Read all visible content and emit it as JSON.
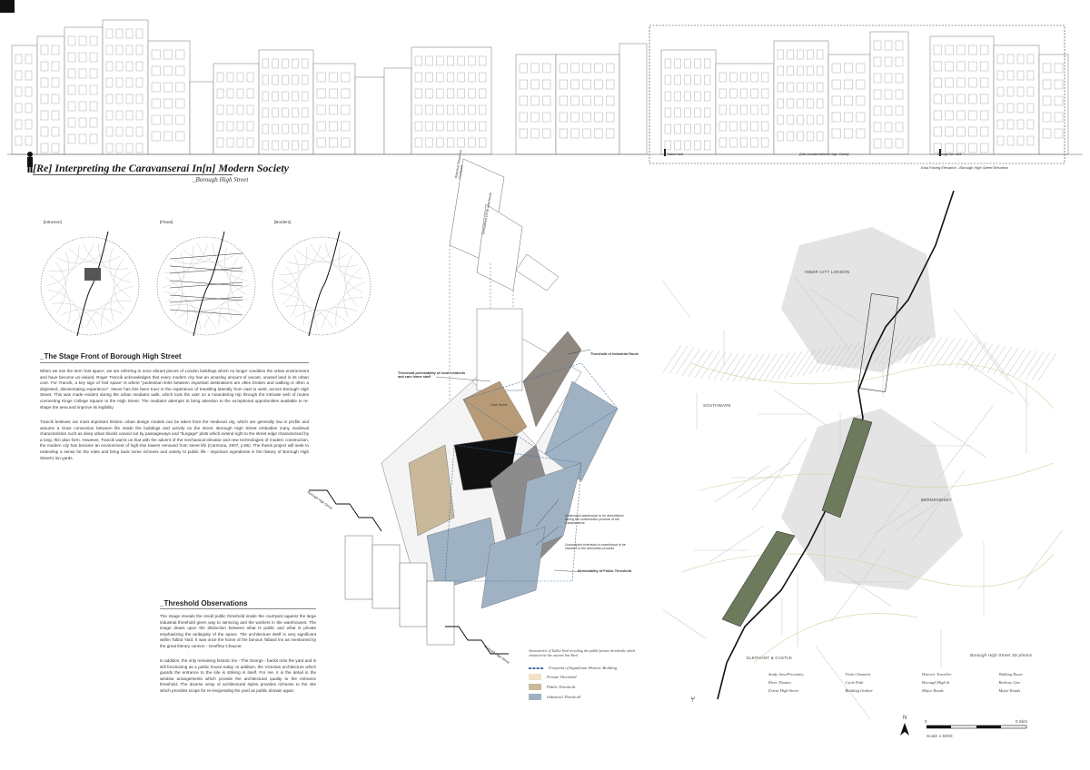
{
  "header": {
    "title": "[Re] Interpreting the Caravanserai In[n] Modern Society",
    "subtitle": "_Borough High Street",
    "elevation_caption": "East Facing Elevation - Borough High Street Elevation",
    "elev_label_left": "Talbot Yard",
    "elev_label_mid": "[Site located behind High Street]",
    "elev_label_right": "George Inn Yard"
  },
  "diagrams": {
    "labels": [
      "[Intrusion]",
      "[Flows]",
      "[Borders]"
    ]
  },
  "stage_front": {
    "heading": "_The Stage Front of Borough High Street",
    "para1": "When we use the term 'lost space', we are referring to once vibrant pieces of London buildings which no longer condition the urban environment and have become un-valued. Roger Trancik acknowledges that every modern city has an amazing amount of vacant, unused land in its urban core. For Trancik, a key sign of 'lost space' is where \"pedestrian links between important destinations are often broken and walking is often a disjointed, disorientating experience\". Never has this been truer in the experience of travelling laterally from east to west, across Borough High Street. This was made evident during the urban mediator walk, which took the user on a meandering trip through the intricate web of routes connecting Kings College Square to the High Street. The mediator attempts to bring attention to the exceptional opportunities available to re-shape the area and improve its legibility.",
    "para2": "Trancik believes our most important historic urban design models can be taken from the medieval city, which are generally low in profile and assume a close connection between life inside the buildings and activity on the street. Borough High Street embodies many medieval characteristics such as deep urban blocks carved out by passageways and \"burgage\" plots which extend right to the street edge characterised by a long, thin plan form. However, Trancik warns us that with the advent of the mechanical elevator and new technologies of modern construction, the modern city has become an environment of high-rise towers removed from street life (Carmona, 2007, p.65). The thesis project will seek to redevelop a sense for the rules and bring back some richness and variety to public life - important ingredients in the history of Borough High Street's inn-yards."
  },
  "threshold": {
    "heading": "_Threshold Observations",
    "para1": "The image reveals the small public threshold inside the courtyard against the large industrial threshold given way to servicing and the workers in the warehouses. The image draws upon the distinction between what is public and what is private emphasizing the ambiguity of the space. The architecture itself is very significant within Talbot Yard. It was once the home of the famous Tabard Inn as mentioned by the great literary cannon - Geoffrey Chaucer.",
    "para2": "In addition, the only remaining historic Inn - The George - backs onto the yard and is still functioning as a public house today. In addition, the Victorian architecture which guards the entrance to the site is striking in itself. For me, it is the detail in the window arrangements which provide the architectural quality to the entrance threshold. The diverse array of architectural styles provides richness to the site which provides scope for re-invigorating the yard as public domain again."
  },
  "axo": {
    "ann_top1": "Historical Tabard Inn Courtyard",
    "ann_top2": "Demolished 1970s warehouse",
    "ann_threshold_left": "Threshold permeability of local residents and care home staff",
    "ann_threshold_industrial": "Threshold of Industrial Route",
    "ann_care_home": "Care Home",
    "ann_warehouse": "Underused warehouse to be demolished during the construction process of the Caravanserai",
    "ann_extension": "Unoccupied extension to warehouse to be included in the demolition process",
    "ann_permeability": "Permeability of Public Threshold",
    "ann_street1": "Borough High Street",
    "ann_street2": "Borough High Street",
    "caption": "Axonometric of Talbot Yard revealing the public/private thresholds which characterise the ancient Inn-Yard",
    "legend": [
      {
        "label": "Footprint of Significant Historic Building",
        "color": "#ffffff"
      },
      {
        "label": "Private Threshold",
        "color": "#efe2c7"
      },
      {
        "label": "Public Threshold",
        "color": "#c9b89a"
      },
      {
        "label": "Industrial Threshold",
        "color": "#9fb2c4"
      }
    ]
  },
  "map": {
    "labels": {
      "inner_city": "INNER CITY LONDON",
      "southwark": "SOUTHWARK",
      "bermondsey": "BERMONDSEY",
      "elephant": "ELEPHANT & CASTLE",
      "borough_plan": "Borough High Street 3D photos"
    },
    "legend": [
      [
        "Study Area/Proximity",
        "Train Channels",
        "Historic Traveller",
        "Walking Route"
      ],
      [
        "River Thames",
        "Cycle Path",
        "Borough High St",
        "Railway Line"
      ],
      [
        "Extent High Street",
        "Building Outline",
        "Major Roads",
        "Major Roads"
      ]
    ],
    "scale_label": "Scale 1:5000",
    "north": "N",
    "scale_0": "0",
    "scale_end": "0.5km"
  }
}
